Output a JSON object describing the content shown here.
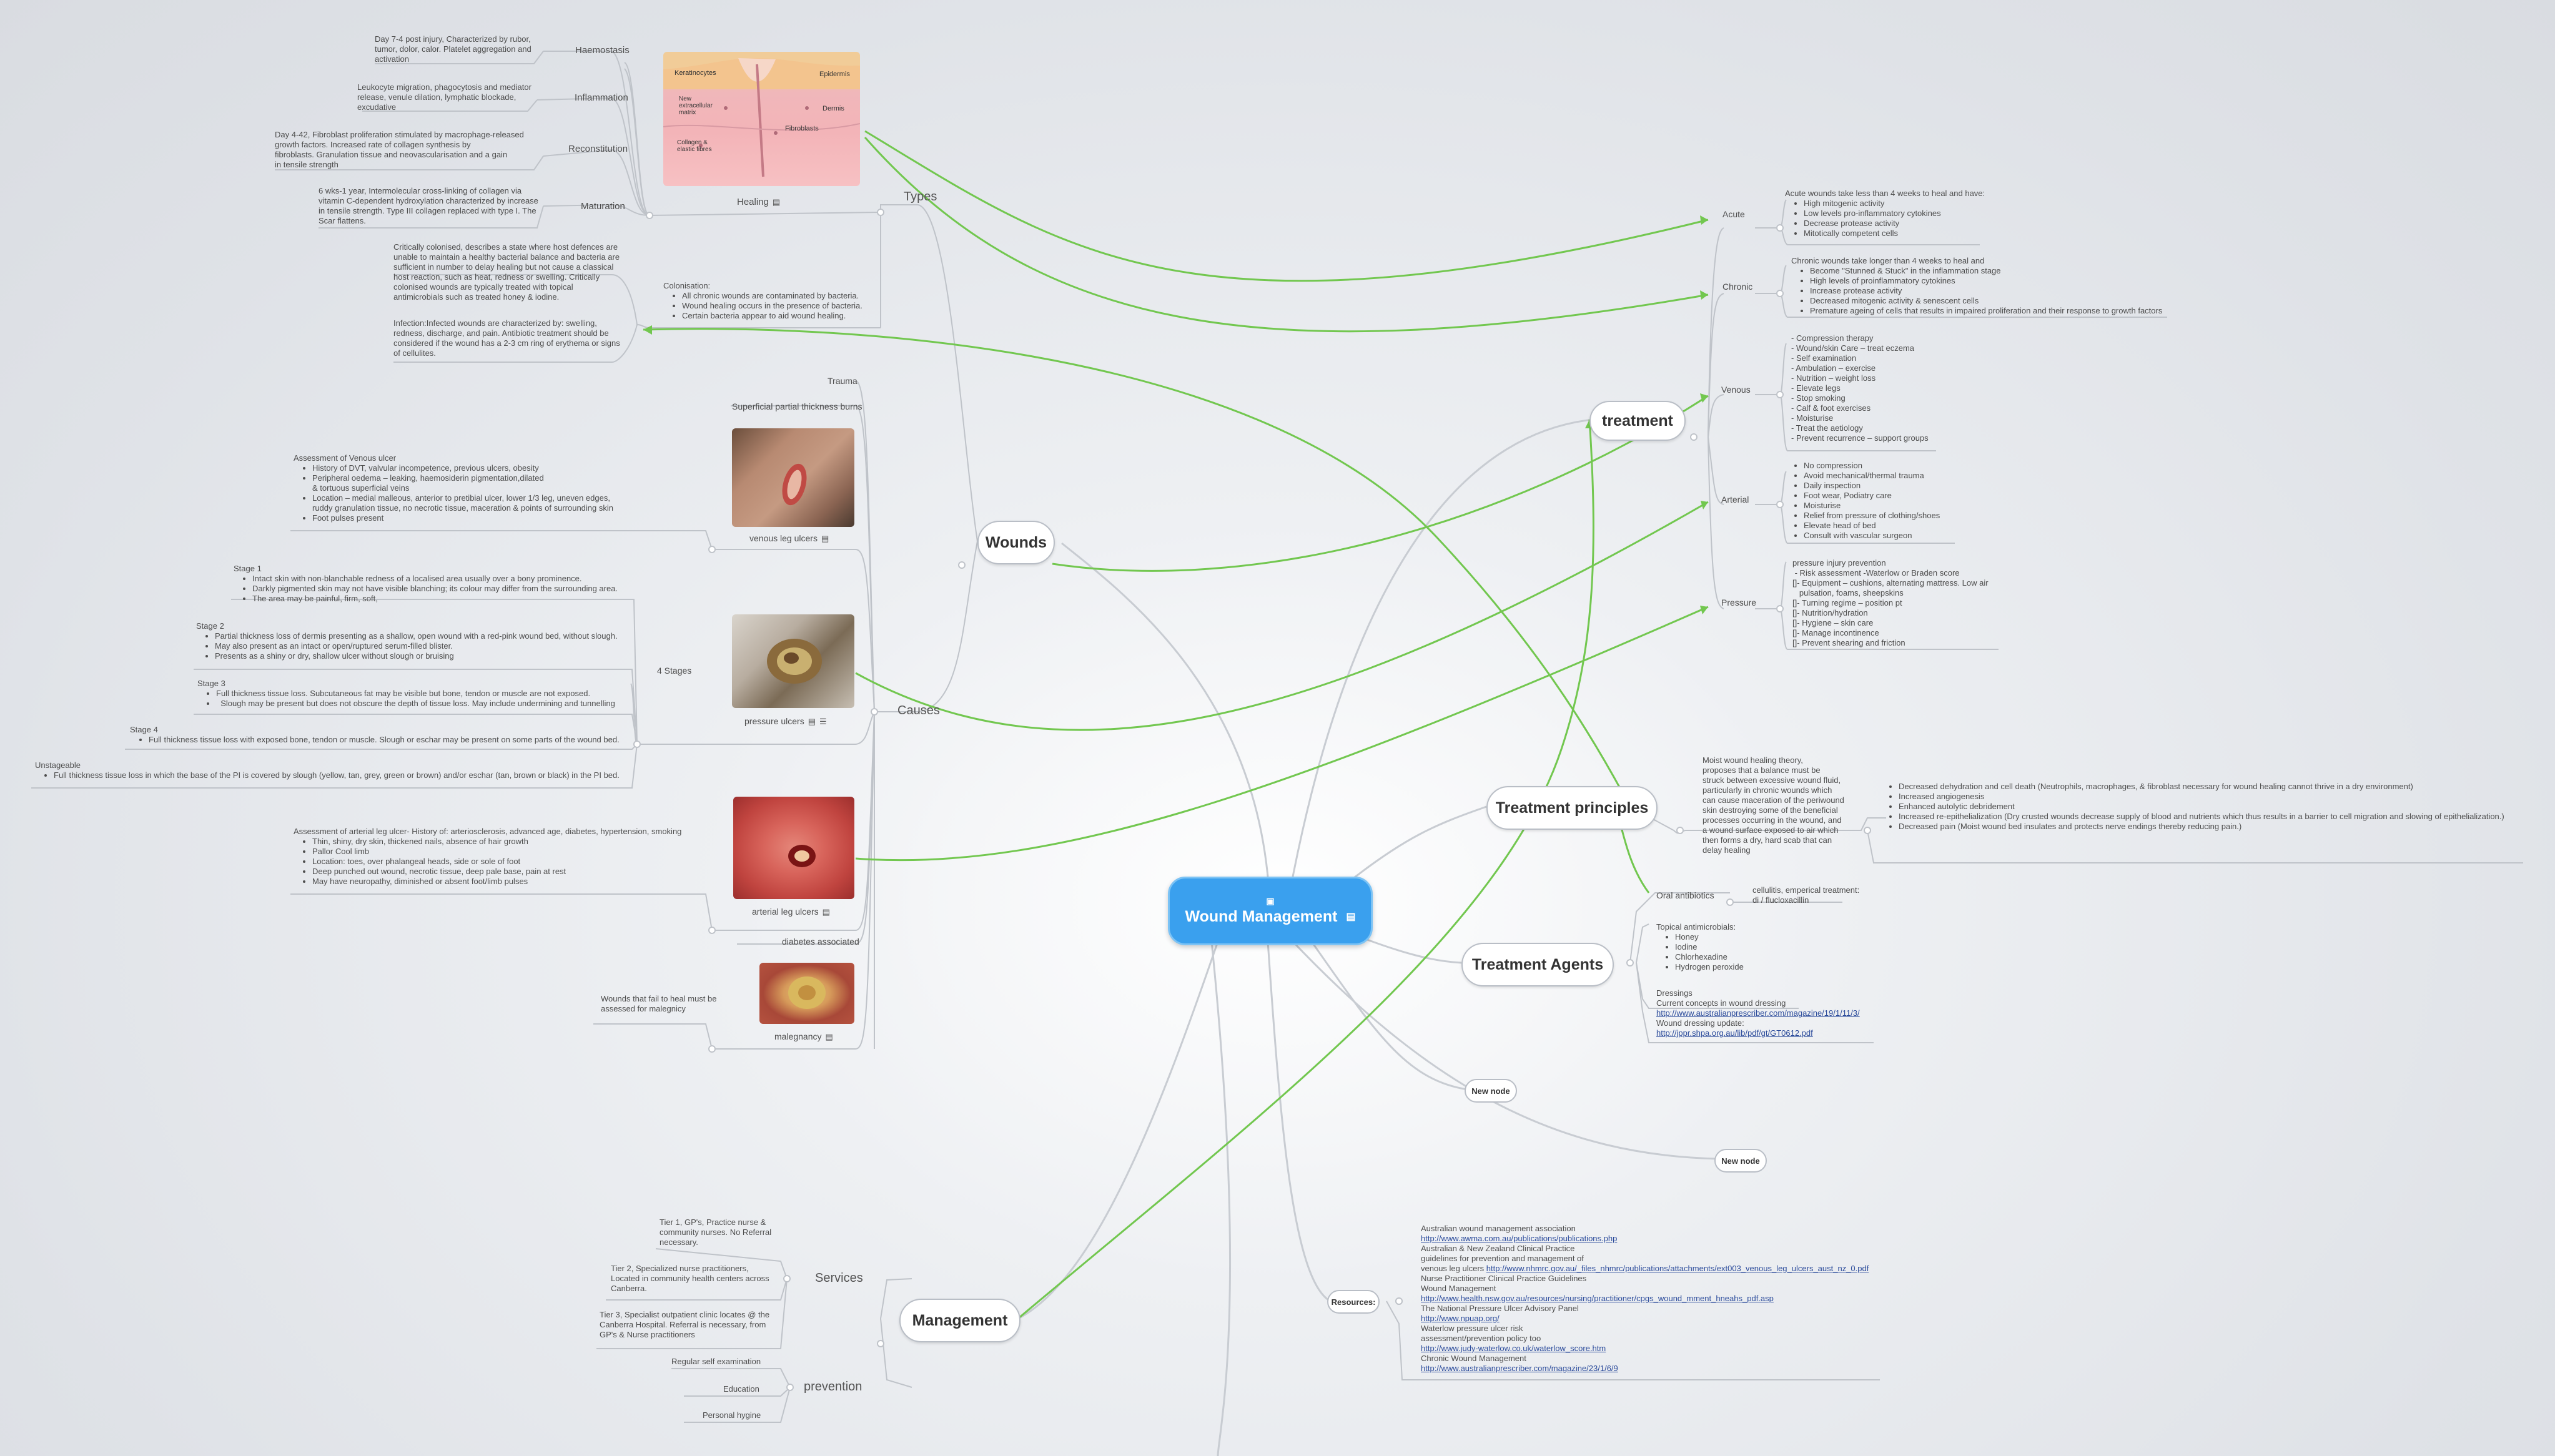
{
  "central": {
    "title": "Wound Management",
    "image_icon": "broken-image-icon",
    "note_icon": "image-icon"
  },
  "topics": {
    "wounds": "Wounds",
    "treatment": "treatment",
    "principles": "Treatment principles",
    "agents": "Treatment Agents",
    "management": "Management",
    "new_node_1": "New node",
    "new_node_2": "New node",
    "resources": "Resources:"
  },
  "types": {
    "label": "Types",
    "healing_label": "Healing",
    "haemostasis": "Haemostasis",
    "haemostasis_note": [
      "Day 7-4 post injury,  Characterized by rubor,",
      "tumor, dolor, calor.  Platelet aggregation and",
      "activation"
    ],
    "inflammation": "Inflammation",
    "inflammation_note": [
      "Leukocyte migration, phagocytosis and mediator",
      "release, venule dilation, lymphatic blockade,",
      "excudative"
    ],
    "reconstitution": "Reconstitution",
    "reconstitution_note": [
      "Day 4-42, Fibroblast proliferation stimulated by macrophage-released",
      "growth factors. Increased rate of collagen synthesis by",
      "fibroblasts. Granulation tissue and neovascularisation and a gain",
      "in tensile strength"
    ],
    "maturation": "Maturation",
    "maturation_note": [
      "6 wks-1 year, Intermolecular cross-linking of collagen via",
      "vitamin C-dependent hydroxylation characterized by increase",
      "in tensile strength. Type III collagen replaced with type I. The",
      "Scar flattens."
    ],
    "diagram_labels": {
      "keratinocytes": "Keratinocytes",
      "epidermis": "Epidermis",
      "dermis": "Dermis",
      "new_extracellular": "New\nextracellular\nmatrix",
      "fibroblasts": "Fibroblasts",
      "collagen": "Collagen &\nelastic fibres"
    },
    "colonisation_title": "Colonisation:",
    "colonisation_items": [
      "All chronic wounds are contaminated by bacteria.",
      "Wound healing occurs in the presence of bacteria.",
      "Certain bacteria appear to aid wound healing."
    ],
    "critical_note": [
      "Critically colonised, describes a state where host defences are",
      "unable to maintain a healthy bacterial balance and bacteria are",
      "sufficient in number to delay healing but not cause a classical",
      "host reaction, such as heat, redness or swelling. Critically",
      "colonised wounds are typically treated with topical",
      "antimicrobials such as  treated honey & iodine."
    ],
    "infection_note": [
      "Infection:Infected wounds are characterized by: swelling,",
      "redness, discharge, and pain.  Antibiotic treatment should be",
      "considered if the wound has a 2-3 cm ring of erythema or signs",
      "of cellulites."
    ]
  },
  "causes": {
    "label": "Causes",
    "trauma": "Trauma",
    "burns": "Superficial partial thickness burns",
    "venous_label": "venous leg ulcers",
    "venous_title": "Assessment of Venous ulcer",
    "venous_items": [
      "History of DVT, valvular incompetence, previous ulcers, obesity",
      "Peripheral oedema – leaking, haemosiderin pigmentation,dilated\n& tortuous superficial veins",
      "Location – medial malleous, anterior to pretibial ulcer, lower 1/3 leg, uneven edges,\nruddy granulation tissue, no necrotic tissue, maceration & points of surrounding skin",
      "Foot pulses present"
    ],
    "pressure_label": "pressure ulcers",
    "four_stages": "4 Stages",
    "stage1_title": "Stage 1",
    "stage1_items": [
      "Intact skin with non-blanchable redness of a localised area usually over a bony prominence.",
      "Darkly pigmented skin may not have visible blanching; its colour may differ from the surrounding area.",
      "The area may be painful, firm, soft,"
    ],
    "stage2_title": "Stage 2",
    "stage2_items": [
      "Partial thickness loss of dermis presenting as a shallow, open wound with a red-pink wound bed, without slough.",
      "May also present as an intact or open/ruptured serum-filled blister.",
      "Presents as a shiny or dry, shallow ulcer without slough or bruising"
    ],
    "stage3_title": "Stage 3",
    "stage3_items": [
      "Full thickness tissue loss. Subcutaneous fat may be visible but bone, tendon or muscle are not exposed.",
      "  Slough may be present but does not obscure the depth of tissue loss. May include undermining and tunnelling"
    ],
    "stage4_title": "Stage 4",
    "stage4_items": [
      "Full thickness tissue loss with exposed bone, tendon or muscle. Slough or eschar may be present on some parts of the wound bed."
    ],
    "unstageable_title": "Unstageable",
    "unstageable_items": [
      "Full thickness tissue loss in which the base of the PI is covered by slough (yellow, tan, grey, green or brown) and/or eschar (tan, brown or black) in the PI bed."
    ],
    "arterial_label": "arterial leg ulcers",
    "arterial_title": "Assessment of arterial leg ulcer-      History of: arteriosclerosis, advanced age, diabetes, hypertension, smoking",
    "arterial_items": [
      "Thin, shiny, dry skin, thickened nails, absence of hair growth",
      "Pallor Cool limb",
      "Location: toes, over phalangeal heads, side or sole of foot",
      "Deep punched out wound, necrotic tissue, deep pale base, pain at rest",
      "May have neuropathy, diminished or absent foot/limb pulses"
    ],
    "diabetes": "diabetes associated",
    "malignancy_label": "malegnancy",
    "malignancy_note": [
      "Wounds that fail to heal must be",
      "assessed for malegnicy"
    ]
  },
  "treatment": {
    "acute": "Acute",
    "acute_title": "Acute wounds take less than 4 weeks to heal and have:",
    "acute_items": [
      "High mitogenic activity",
      "Low levels pro-inflammatory cytokines",
      "Decrease protease activity",
      "Mitotically competent cells"
    ],
    "chronic": "Chronic",
    "chronic_title": "Chronic wounds take longer than 4 weeks to heal and",
    "chronic_items": [
      "Become \"Stunned & Stuck\" in the inflammation stage",
      "High levels of proinflammatory cytokines",
      "Increase protease activity",
      "Decreased mitogenic activity & senescent cells",
      "Premature ageing of cells that results in impaired proliferation and their response to growth factors"
    ],
    "venous": "Venous",
    "venous_lines": [
      "- Compression therapy",
      "- Wound/skin Care – treat eczema",
      "- Self examination",
      "- Ambulation – exercise",
      "- Nutrition – weight loss",
      "- Elevate legs",
      "- Stop smoking",
      "- Calf & foot exercises",
      "- Moisturise",
      "- Treat the aetiology",
      "- Prevent recurrence – support groups"
    ],
    "arterial": "Arterial",
    "arterial_items": [
      "No compression",
      "Avoid mechanical/thermal trauma",
      "Daily inspection",
      "Foot wear, Podiatry care",
      "Moisturise",
      "Relief from pressure of clothing/shoes",
      "Elevate head of bed",
      "Consult with vascular surgeon"
    ],
    "pressure": "Pressure",
    "pressure_lines": [
      "pressure injury prevention",
      " - Risk assessment -Waterlow or Braden score",
      "[]- Equipment – cushions, alternating mattress. Low air",
      "   pulsation, foams, sheepskins",
      "[]- Turning regime – position pt",
      "[]- Nutrition/hydration",
      "[]- Hygiene – skin care",
      "[]- Manage incontinence",
      "[]- Prevent shearing and friction"
    ]
  },
  "principles": {
    "note": [
      "Moist wound healing theory,",
      "proposes that a balance must be",
      "struck between excessive wound fluid,",
      "particularly in chronic wounds which",
      "can cause maceration of the periwound",
      "skin destroying some of the beneficial",
      "processes occurring in the wound, and",
      "a wound surface exposed to air which",
      "then forms a dry, hard scab that can",
      "delay healing"
    ],
    "items": [
      "Decreased dehydration and cell death (Neutrophils, macrophages, & fibroblast necessary for wound healing cannot thrive in a dry environment)",
      "Increased angiogenesis",
      "Enhanced autolytic debridement",
      "Increased re-epithelialization (Dry crusted wounds decrease supply of blood and nutrients which thus results in a barrier to cell migration and slowing of epithelialization.)",
      "Decreased pain (Moist wound bed insulates and protects nerve endings thereby reducing pain.)"
    ],
    "oral_label": "Oral antibiotics",
    "oral_note": [
      "cellulitis, emperical treatment:",
      "di / flucloxacillin"
    ]
  },
  "agents": {
    "topical_title": "Topical antimicrobials:",
    "topical_items": [
      "Honey",
      "Iodine",
      "Chlorhexadine",
      "Hydrogen peroxide"
    ],
    "dressings_title": "Dressings",
    "dressings_line1": "Current concepts in wound dressing",
    "dressings_link1": "http://www.australianprescriber.com/magazine/19/1/11/3/",
    "dressings_line2": "Wound dressing update:",
    "dressings_link2": "http://jppr.shpa.org.au/lib/pdf/gt/GT0612.pdf"
  },
  "management": {
    "services": "Services",
    "tier1": [
      "Tier 1, GP's, Practice nurse &",
      "community nurses. No Referral",
      "necessary."
    ],
    "tier2": [
      "Tier 2, Specialized nurse practitioners,",
      "Located in community health centers across",
      "Canberra."
    ],
    "tier3": [
      "Tier 3, Specialist outpatient clinic locates @ the",
      "Canberra Hospital. Referral is necessary, from",
      "GP's & Nurse practitioners"
    ],
    "prevention": "prevention",
    "prev_items": [
      "Regular self examination",
      "Education",
      "Personal hygine"
    ]
  },
  "resources": {
    "lines": [
      {
        "t": "Australian wound management association",
        "link": false
      },
      {
        "t": "http://www.awma.com.au/publications/publications.php",
        "link": true
      },
      {
        "t": "Australian & New Zealand Clinical Practice",
        "link": false
      },
      {
        "t": "guidelines for prevention and management of",
        "link": false
      },
      {
        "t": "venous leg ulcers ",
        "link": false,
        "tail": "http://www.nhmrc.gov.au/_files_nhmrc/publications/attachments/ext003_venous_leg_ulcers_aust_nz_0.pdf"
      },
      {
        "t": "Nurse Practitioner Clinical Practice Guidelines",
        "link": false
      },
      {
        "t": "Wound Management",
        "link": false
      },
      {
        "t": "http://www.health.nsw.gov.au/resources/nursing/practitioner/cpgs_wound_mment_hneahs_pdf.asp",
        "link": true
      },
      {
        "t": "The National Pressure Ulcer Advisory Panel",
        "link": false
      },
      {
        "t": " http://www.npuap.org/",
        "link": true
      },
      {
        "t": "Waterlow pressure ulcer risk",
        "link": false
      },
      {
        "t": "assessment/prevention policy too",
        "link": false
      },
      {
        "t": " http://www.judy-waterlow.co.uk/waterlow_score.htm",
        "link": true
      },
      {
        "t": "Chronic Wound Management",
        "link": false
      },
      {
        "t": "http://www.australianprescriber.com/magazine/23/1/6/9",
        "link": true
      }
    ]
  },
  "colors": {
    "accent": "#3aa0ee",
    "green_link": "#6cc24a",
    "branch": "#c4c8ce"
  }
}
